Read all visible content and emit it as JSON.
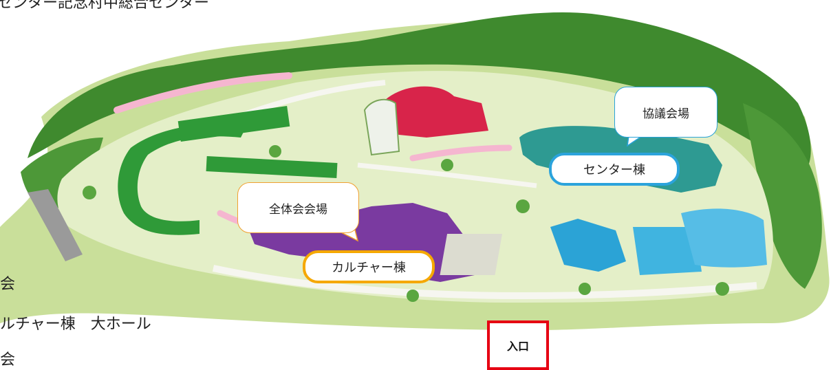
{
  "header": {
    "partial_title": "センター記念村中総合センター"
  },
  "left_text": {
    "line1": "会",
    "line2": "ルチャー棟　大ホール",
    "line3": "会"
  },
  "callouts": {
    "zentai_kaijo": "全体会会場",
    "kyogi_kaijo": "協議会場"
  },
  "buildings": {
    "culture": "カルチャー棟",
    "center": "センター棟"
  },
  "entrance": {
    "label": "入口"
  },
  "colors": {
    "forest": "#3f8a2e",
    "lawn": "#c9df9a",
    "green_building": "#2f9a38",
    "purple_building": "#7a3aa0",
    "red_building": "#d8244a",
    "teal_building": "#2e9a92",
    "blue_building": "#2ba3d6",
    "sakura": "#f5b6d0",
    "orange_border": "#f5a800",
    "blue_border": "#2ba3dc",
    "entrance_border": "#e60012"
  }
}
